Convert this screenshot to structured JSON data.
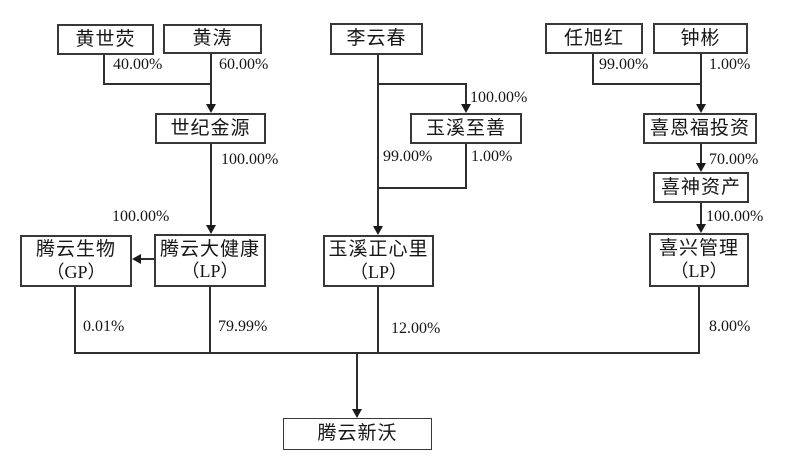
{
  "diagram_type": "equity-ownership-structure",
  "colors": {
    "background": "#ffffff",
    "box_border": "#383838",
    "line": "#2e2e2e",
    "text": "#141414"
  },
  "nodes": {
    "huang_shiying": {
      "label": "黄世荧"
    },
    "huang_tao": {
      "label": "黄涛"
    },
    "li_yunchun": {
      "label": "李云春"
    },
    "ren_xuhong": {
      "label": "任旭红"
    },
    "zhong_bin": {
      "label": "钟彬"
    },
    "shiji_jinyuan": {
      "label": "世纪金源"
    },
    "yuxi_zhishan": {
      "label": "玉溪至善"
    },
    "xienfu_touzi": {
      "label": "喜恩福投资"
    },
    "xishen_zichan": {
      "label": "喜神资产"
    },
    "tengyun_shengwu": {
      "label": "腾云生物",
      "sublabel": "（GP）"
    },
    "tengyun_dajiankang": {
      "label": "腾云大健康",
      "sublabel": "（LP）"
    },
    "yuxi_zhengxinli": {
      "label": "玉溪正心里",
      "sublabel": "（LP）"
    },
    "xixing_guanli": {
      "label": "喜兴管理",
      "sublabel": "（LP）"
    },
    "tengyun_xinwo": {
      "label": "腾云新沃"
    }
  },
  "edges": {
    "hsy_sjjy": {
      "from": "黄世荧",
      "to": "世纪金源",
      "percent": "40.00%"
    },
    "ht_sjjy": {
      "from": "黄涛",
      "to": "世纪金源",
      "percent": "60.00%"
    },
    "sjjy_tydjk": {
      "from": "世纪金源",
      "to": "腾云大健康（LP）",
      "percent": "100.00%"
    },
    "lyc_yxzs": {
      "from": "李云春",
      "to": "玉溪至善",
      "percent": "100.00%"
    },
    "lyc_yxzxl": {
      "from": "李云春",
      "to": "玉溪正心里（LP）",
      "percent": "99.00%"
    },
    "yxzs_yxzxl": {
      "from": "玉溪至善",
      "to": "玉溪正心里（LP）",
      "percent": "1.00%"
    },
    "rxh_xeftz": {
      "from": "任旭红",
      "to": "喜恩福投资",
      "percent": "99.00%"
    },
    "zb_xeftz": {
      "from": "钟彬",
      "to": "喜恩福投资",
      "percent": "1.00%"
    },
    "xeftz_xszc": {
      "from": "喜恩福投资",
      "to": "喜神资产",
      "percent": "70.00%"
    },
    "xszc_xxgl": {
      "from": "喜神资产",
      "to": "喜兴管理（LP）",
      "percent": "100.00%"
    },
    "tydjk_tysw": {
      "from": "腾云大健康（LP）",
      "to": "腾云生物（GP）",
      "percent": "100.00%"
    },
    "tysw_tyxw": {
      "from": "腾云生物（GP）",
      "to": "腾云新沃",
      "percent": "0.01%"
    },
    "tydjk_tyxw": {
      "from": "腾云大健康（LP）",
      "to": "腾云新沃",
      "percent": "79.99%"
    },
    "yxzxl_tyxw": {
      "from": "玉溪正心里（LP）",
      "to": "腾云新沃",
      "percent": "12.00%"
    },
    "xxgl_tyxw": {
      "from": "喜兴管理（LP）",
      "to": "腾云新沃",
      "percent": "8.00%"
    }
  }
}
